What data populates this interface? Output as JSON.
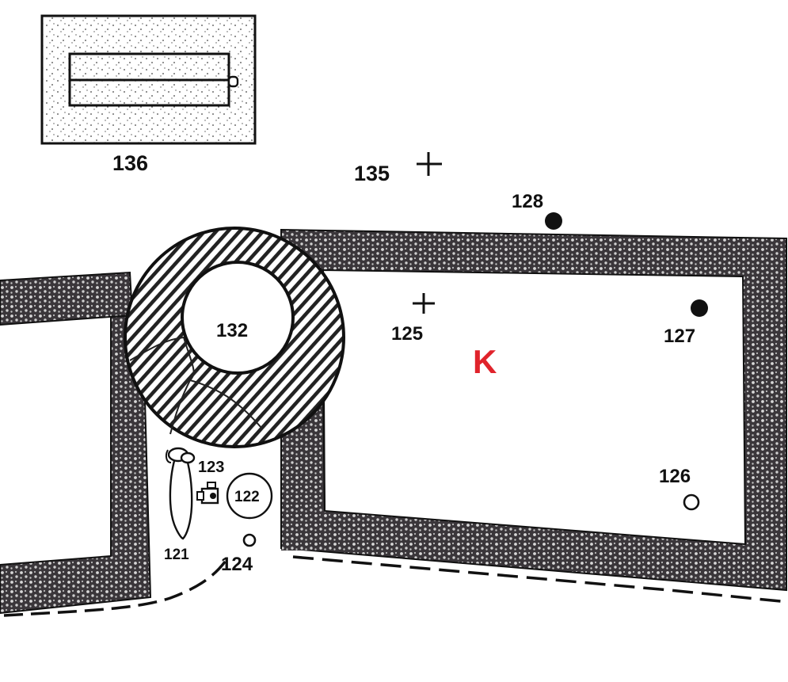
{
  "colors": {
    "wall_fill": "#3a363a",
    "wall_speckle": "#d8d8d8",
    "ink": "#111111",
    "room_letter": "#e0232b",
    "hatch": "#222222"
  },
  "labels": {
    "feature_136": "136",
    "feature_135": "135",
    "feature_128": "128",
    "feature_132": "132",
    "feature_125": "125",
    "feature_127": "127",
    "feature_126": "126",
    "feature_123": "123",
    "feature_122": "122",
    "feature_121": "121",
    "feature_124": "124",
    "room": "K"
  },
  "symbols": {
    "cross_marker": "plus-sign",
    "filled_point": "filled-dot",
    "open_point": "open-circle"
  }
}
